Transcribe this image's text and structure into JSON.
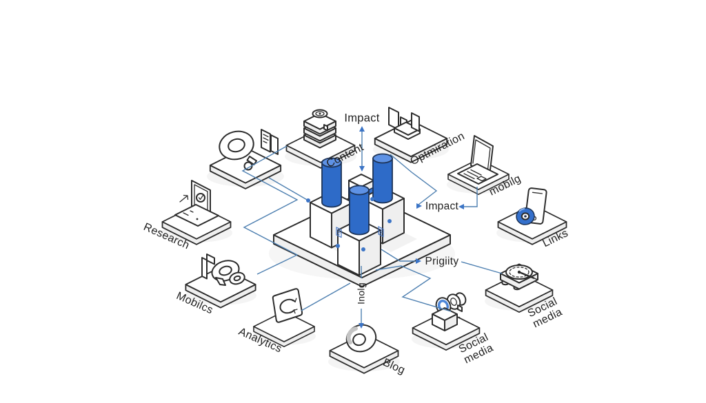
{
  "diagram": {
    "background_color": "#ffffff",
    "colors": {
      "outline": "#2c2c2c",
      "cylinder_blue": "#2e6bc8",
      "cylinder_top_blue": "#5e92e5",
      "accent_blue": "#3470cc",
      "connector_blue": "#4d7fb0",
      "label_color": "#1f1f1f"
    },
    "annotations": {
      "impact_top": "Impact",
      "impact_right": "Impact",
      "priority": "Prigiity",
      "index_vertical": "Inolg"
    },
    "nodes": {
      "search": {
        "label": "",
        "icon": "magnifier-documents-icon"
      },
      "content": {
        "label": "Content",
        "icon": "layer-stack-icon"
      },
      "optimization": {
        "label": "Optmiration",
        "icon": "blocks-icon"
      },
      "mobile_top": {
        "label": "mobilg",
        "icon": "laptop-icon"
      },
      "links": {
        "label": "Links",
        "icon": "phone-ring-icon"
      },
      "social_media_right": {
        "label": "Social\nmedia",
        "icon": "gauge-icon"
      },
      "social_media_bottom": {
        "label": "Social\nmedia",
        "icon": "camera-icon"
      },
      "blog": {
        "label": "Blog",
        "icon": "donut-icon"
      },
      "analytics": {
        "label": "Analytics",
        "icon": "refresh-panel-icon"
      },
      "mobilcs": {
        "label": "Mobilcs",
        "icon": "contraption-icon"
      },
      "research": {
        "label": "Research",
        "icon": "laptop-check-icon"
      }
    }
  }
}
